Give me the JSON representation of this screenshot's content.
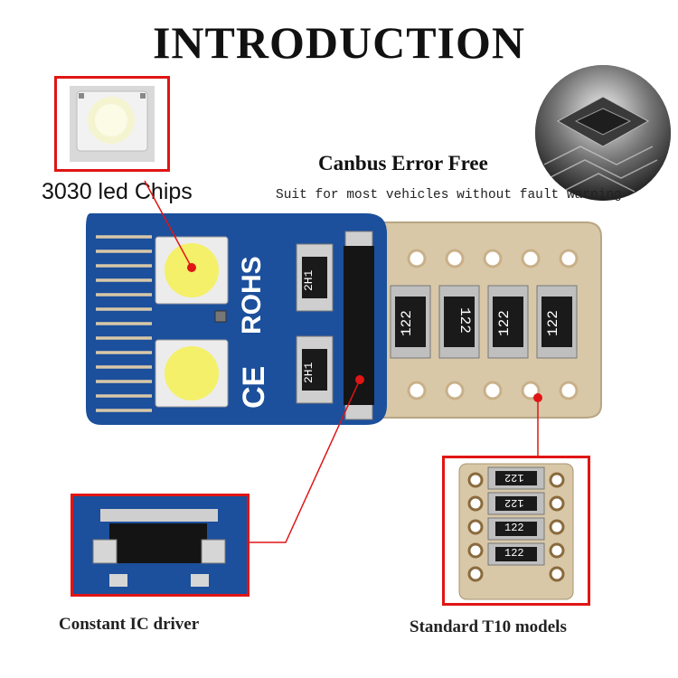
{
  "heading": "INTRODUCTION",
  "feature": {
    "title": "Canbus Error Free",
    "description": "Suit for most vehicles without fault warning"
  },
  "callouts": {
    "chips": "3030 led Chips",
    "driver": "Constant IC driver",
    "models": "Standard T10 models"
  },
  "board_marks": {
    "rohs": "ROHS",
    "ce": "CE",
    "small_resistor": "2H1",
    "resistor": "122"
  },
  "colors": {
    "accent": "#e01515",
    "pcb": "#1c4f9c",
    "gold": "#d8c8a8",
    "led": "#f4f06a"
  }
}
